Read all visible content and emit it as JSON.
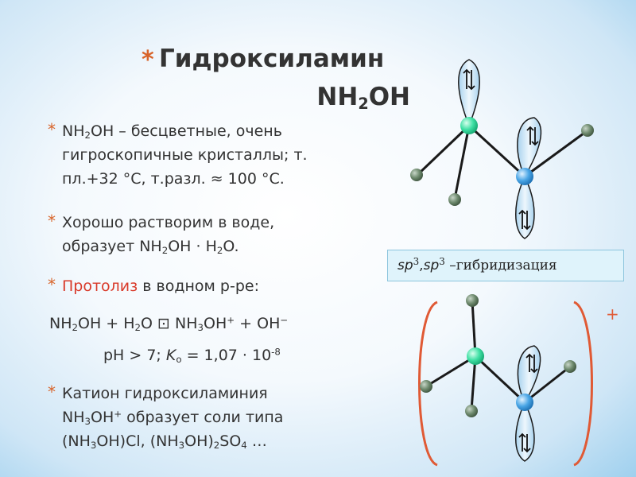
{
  "title": {
    "star": "*",
    "line1": "Гидроксиламин",
    "formula_a": "NH",
    "formula_sub": "2",
    "formula_b": "OH"
  },
  "bullets": {
    "b1": {
      "star": "*",
      "f_a": "NH",
      "f_sub": "2",
      "f_b": "OH",
      "text1": " – бесцветные, очень",
      "line2": "гигроскопичные кристаллы; т.",
      "line3": "пл.+32 °С, т.разл. ≈ 100 °С."
    },
    "b2": {
      "star": "*",
      "line1": "Хорошо растворим в воде,",
      "pre": "образует NH",
      "sub1": "2",
      "mid": "OH · H",
      "sub2": "2",
      "post": "O."
    },
    "b3": {
      "star": "*",
      "highlight": "Протолиз",
      "rest": " в водном р-ре:"
    },
    "equation": {
      "a": "NH",
      "s1": "2",
      "b": "OH + H",
      "s2": "2",
      "c": "O ⊡ NH",
      "s3": "3",
      "d": "OH",
      "sup1": "+",
      "e": " + OH",
      "sup2": "−"
    },
    "ph": {
      "a": "pH > 7; ",
      "k": "K",
      "ksub": "o",
      "b": " = 1,07 · 10",
      "exp": "-8"
    },
    "b4": {
      "star": "*",
      "line1": "Катион гидроксиламиния",
      "l2a": "NH",
      "l2s": "3",
      "l2b": "OH",
      "l2sup": "+",
      "l2c": " образует соли типа",
      "l3a": "(NH",
      "l3s1": "3",
      "l3b": "OH)Cl, (NH",
      "l3s2": "3",
      "l3c": "OH)",
      "l3s3": "2",
      "l3d": "SO",
      "l3s4": "4",
      "l3e": " …"
    }
  },
  "hybridization": {
    "sp1": "sp",
    "e1": "3",
    "comma": ",",
    "sp2": "sp",
    "e2": "3",
    "label": " –гибридизация"
  },
  "ion_charge": "+",
  "colors": {
    "accent": "#d8642a",
    "red": "#d93a2a",
    "nitrogen": "#3fe0a4",
    "oxygen": "#4aa6e6",
    "hydrogen": "#6e8a6e",
    "lobe": "#c7e3f5",
    "bracket": "#e05a35"
  }
}
